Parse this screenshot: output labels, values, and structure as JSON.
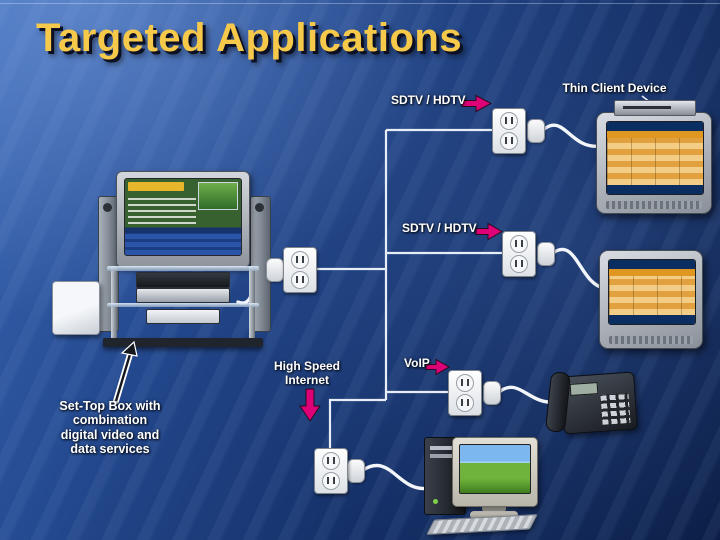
{
  "slide": {
    "title": "Targeted Applications"
  },
  "labels": {
    "thin_client": "Thin Client Device",
    "sdtv_top": "SDTV / HDTV",
    "sdtv_mid": "SDTV / HDTV",
    "voip": "VoIP",
    "high_speed_lines": [
      "High Speed",
      "Internet"
    ],
    "settop_lines": [
      "Set-Top Box with",
      "combination",
      "digital video and",
      "data services"
    ]
  },
  "colors": {
    "background": "#1a3a78",
    "title": "#F6C94A",
    "label_text": "#FFFFFF",
    "arrow": "#DE0076",
    "wire": "#E6EDF7",
    "outlet_plate": "#F3F5F7"
  },
  "icons": {
    "outlet": "power-outlet-icon",
    "plug": "power-plug-icon",
    "tv": "tv-icon",
    "thin_client_box": "set-top-box-icon",
    "phone": "telephone-icon",
    "computer": "desktop-computer-icon",
    "speaker": "speaker-icon",
    "subwoofer": "subwoofer-icon",
    "arrow": "arrow-icon"
  }
}
